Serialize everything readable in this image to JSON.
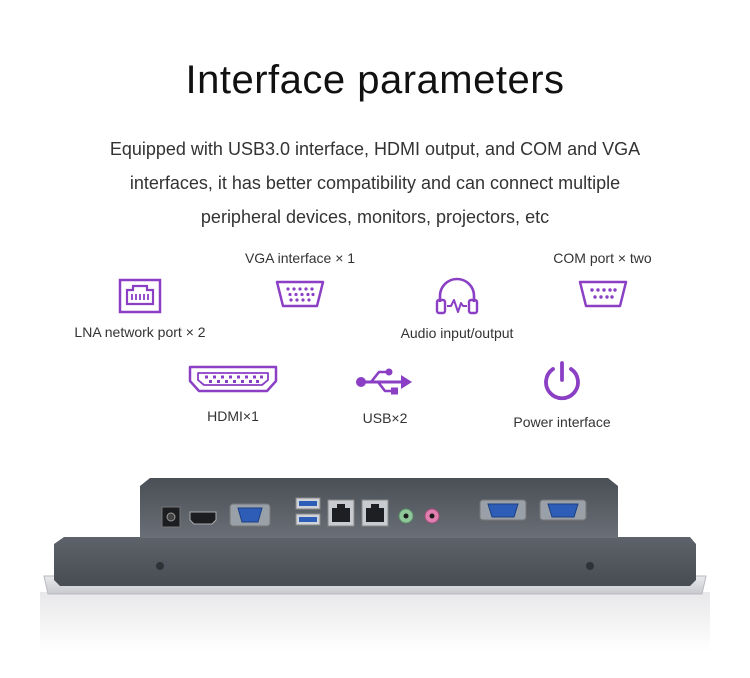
{
  "header": {
    "title": "Interface parameters",
    "description_lines": [
      "Equipped with USB3.0 interface, HDMI output, and COM and VGA",
      "interfaces, it has better compatibility and can connect multiple",
      "peripheral devices, monitors, projectors, etc"
    ]
  },
  "features": {
    "lan": {
      "label": "LNA network port × 2",
      "icon": "ethernet-port-icon"
    },
    "vga": {
      "label": "VGA interface × 1",
      "icon": "vga-port-icon"
    },
    "audio": {
      "label": "Audio input/output",
      "icon": "headphones-icon"
    },
    "com": {
      "label": "COM port × two",
      "icon": "serial-port-icon"
    },
    "hdmi": {
      "label": "HDMI×1",
      "icon": "hdmi-port-icon"
    },
    "usb": {
      "label": "USB×2",
      "icon": "usb-icon"
    },
    "power": {
      "label": "Power interface",
      "icon": "power-icon"
    }
  },
  "colors": {
    "accent": "#8a3fc4",
    "device_body": "#5a5f66",
    "device_panel": "#6b7078",
    "port_blue": "#2e5db8"
  }
}
